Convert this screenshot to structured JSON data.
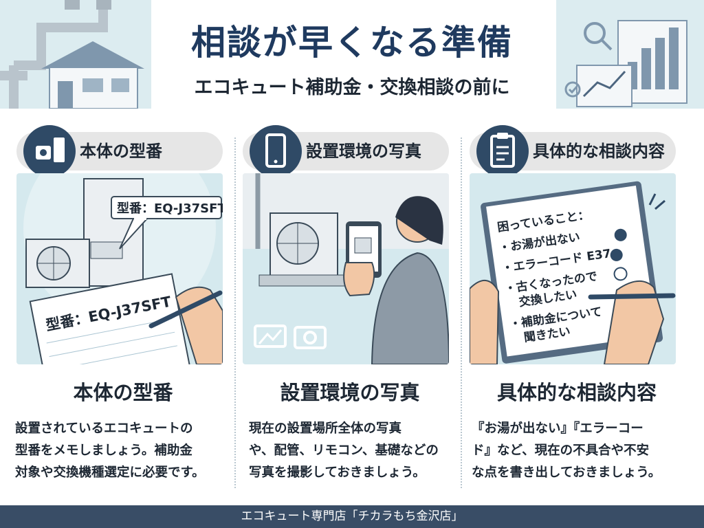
{
  "header": {
    "title": "相談が早くなる準備",
    "subtitle": "エコキュート補助金・交換相談の前に"
  },
  "cards": [
    {
      "header": "本体の型番",
      "icon": "water-heater-icon",
      "illustration": {
        "tag_label": "型番：EQ-J37SFT",
        "memo_text": "型番：EQ-J37SFT"
      },
      "title": "本体の型番",
      "body": [
        "設置されているエコキュートの",
        "型番をメモしましょう。補助金",
        "対象や交換機種選定に必要です。"
      ]
    },
    {
      "header": "設置環境の写真",
      "icon": "smartphone-icon",
      "illustration": {},
      "title": "設置環境の写真",
      "body": [
        "現在の設置場所全体の写真",
        "や、配管、リモコン、基礎などの",
        "写真を撮影しておきましょう。"
      ]
    },
    {
      "header": "具体的な相談内容",
      "icon": "clipboard-icon",
      "illustration": {
        "note_lines": [
          "困っていること：",
          "・お湯が出ない",
          "・エラーコード E37",
          "・古くなったので",
          "交換したい",
          "・補助金について",
          "聞きたい"
        ]
      },
      "title": "具体的な相談内容",
      "body": [
        "『お湯が出ない』『エラーコー",
        "ド』など、現在の不具合や不安",
        "な点を書き出しておきましょう。"
      ]
    }
  ],
  "footer": {
    "text": "エコキュート専門店「チカラもち金沢店」"
  },
  "colors": {
    "navy": "#1f3a5f",
    "footer": "#394d66",
    "light_blue": "#d5e9ee",
    "icon_circle": "#2f4a66"
  }
}
